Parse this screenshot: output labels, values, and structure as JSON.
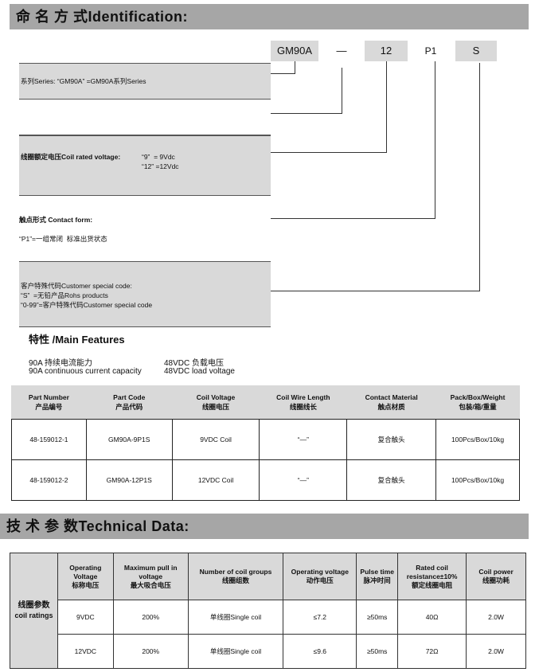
{
  "identification": {
    "title": "命 名 方 式Identification:",
    "code_parts": [
      "GM90A",
      "—",
      "12",
      "P1",
      "S"
    ],
    "series": "系列Series: “GM90A” =GM90A系列Series",
    "coil_voltage_title": "线圈额定电压Coil rated voltage:",
    "coil_voltage_opt1": "“9”  = 9Vdc",
    "coil_voltage_opt2": "“12” =12Vdc",
    "contact_title": "触点形式 Contact form:",
    "contact_opt": "“P1”=一组常闭  标准出货状态",
    "special_title": "客户特殊代码Customer special code:",
    "special_opt1": "“S”  =无铅产品Rohs products",
    "special_opt2": "“0-99”=客户特殊代码Customer special code"
  },
  "features": {
    "title": "特性 /Main Features",
    "f1_cn": "90A 持续电流能力",
    "f1_en": "90A continuous current capacity",
    "f2_cn": "48VDC 负载电压",
    "f2_en": "48VDC load voltage"
  },
  "parts_table": {
    "headers": [
      {
        "en": "Part Number",
        "cn": "产品编号"
      },
      {
        "en": "Part Code",
        "cn": "产品代码"
      },
      {
        "en": "Coil Voltage",
        "cn": "线圈电压"
      },
      {
        "en": "Coil Wire Length",
        "cn": "线圈线长"
      },
      {
        "en": "Contact Material",
        "cn": "触点材质"
      },
      {
        "en": "Pack/Box/Weight",
        "cn": "包装/箱/重量"
      }
    ],
    "rows": [
      [
        "48-159012-1",
        "GM90A-9P1S",
        "9VDC Coil",
        "“—”",
        "复合触头",
        "100Pcs/Box/10kg"
      ],
      [
        "48-159012-2",
        "GM90A-12P1S",
        "12VDC Coil",
        "“—”",
        "复合触头",
        "100Pcs/Box/10kg"
      ]
    ]
  },
  "technical": {
    "title": "技 术 参 数Technical Data:",
    "row_header_cn": "线圈参数",
    "row_header_en": "coil ratings",
    "headers": [
      {
        "en": "Operating Voltage",
        "cn": "标称电压"
      },
      {
        "en": "Maximum pull in voltage",
        "cn": "最大吸合电压"
      },
      {
        "en": "Number of coil groups",
        "cn": "线圈组数"
      },
      {
        "en": "Operating voltage",
        "cn": "动作电压"
      },
      {
        "en": "Pulse time",
        "cn": "脉冲时间"
      },
      {
        "en": "Rated coil resistance±10%",
        "cn": "额定线圈电阻"
      },
      {
        "en": "Coil power",
        "cn": "线圈功耗"
      }
    ],
    "rows": [
      [
        "9VDC",
        "200%",
        "单线圈Single coil",
        "≤7.2",
        "≥50ms",
        "40Ω",
        "2.0W"
      ],
      [
        "12VDC",
        "200%",
        "单线圈Single coil",
        "≤9.6",
        "≥50ms",
        "72Ω",
        "2.0W"
      ]
    ]
  }
}
